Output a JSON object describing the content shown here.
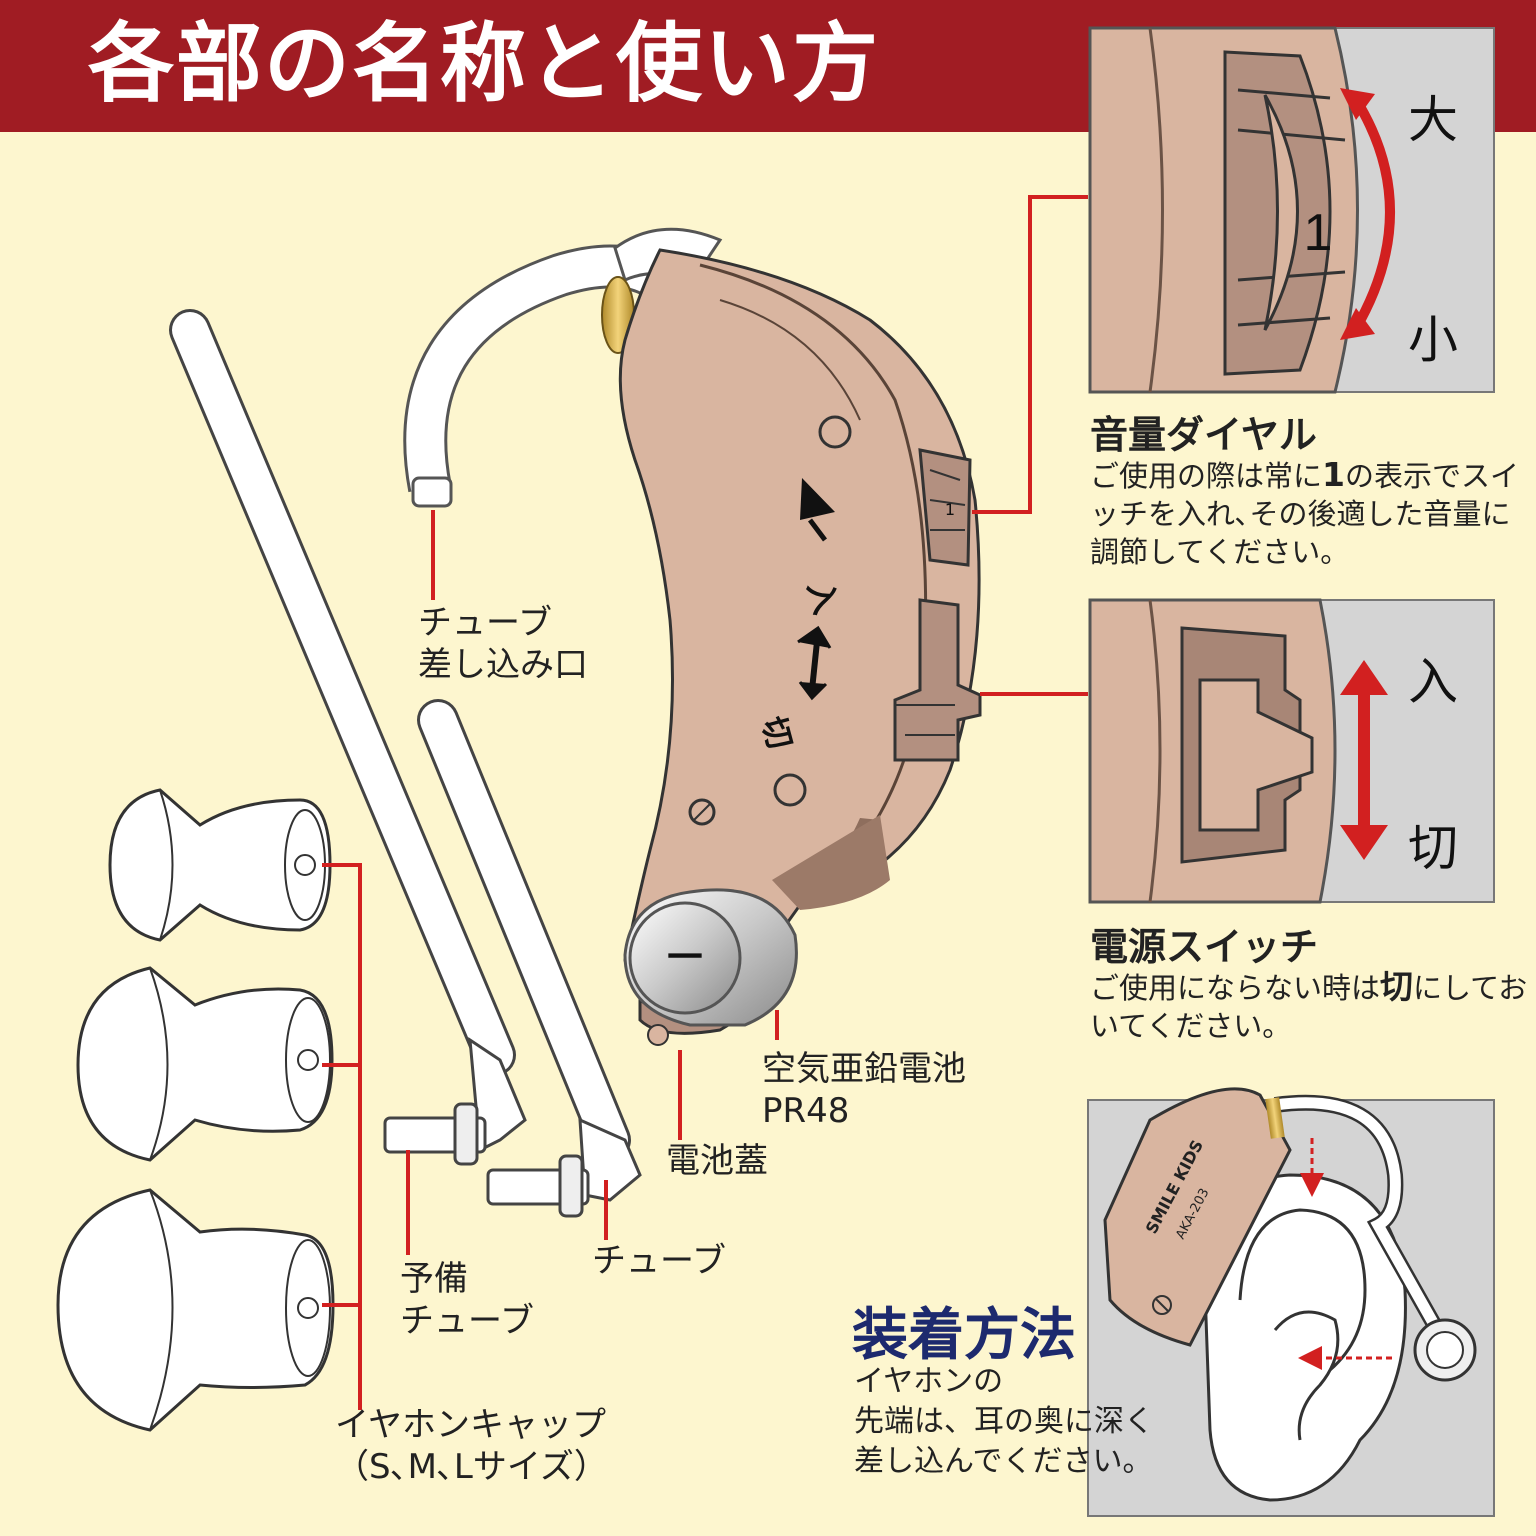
{
  "title": "各部の名称と使い方",
  "labels": {
    "tube_inlet_line1": "チューブ",
    "tube_inlet_line2": "差し込み口",
    "battery": "空気亜鉛電池",
    "battery_model": "PR48",
    "battery_cover": "電池蓋",
    "tube": "チューブ",
    "spare_tube_line1": "予備",
    "spare_tube_line2": "チューブ",
    "earcap_line1": "イヤホンキャップ",
    "earcap_line2": "（S､M､Lサイズ）"
  },
  "volume_dial": {
    "heading": "音量ダイヤル",
    "desc_part1": "ご使用の際は常に",
    "desc_bold": "1",
    "desc_part2": "の表示でスイッチを入れ､その後適した音量に調節してください。",
    "high": "大",
    "low": "小",
    "dial_number": "1"
  },
  "power_switch": {
    "heading": "電源スイッチ",
    "desc_part1": "ご使用にならない時は",
    "desc_bold": "切",
    "desc_part2": "にしておいてください。",
    "on": "入",
    "off": "切"
  },
  "device_markings": {
    "on": "入",
    "off": "切",
    "battery_minus": "－",
    "dial_mark": "1"
  },
  "mounting": {
    "heading": "装着方法",
    "line1": "イヤホンの",
    "line2": "先端は、耳の奥に深く",
    "line3": "差し込んでください。",
    "brand": "SMILE KIDS",
    "model": "AKA-203"
  },
  "colors": {
    "banner": "#a01c23",
    "background": "#fdf6cf",
    "body": "#d9b5a0",
    "leader": "#d22020",
    "panel_gray": "#d4d4d4",
    "mount_title": "#1d2a6e"
  }
}
